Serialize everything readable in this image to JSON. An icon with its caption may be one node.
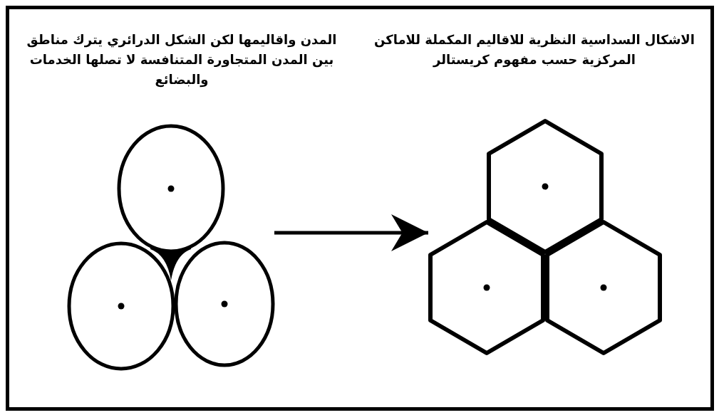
{
  "diagram": {
    "nodes": [
      {
        "text": [],
        "shape": "picture"
      },
      {
        "text": [],
        "shape": "picture"
      }
    ],
    "edges": [
      {
        "from": 0,
        "to": 1,
        "arrow": "to"
      }
    ],
    "labels": [
      "المدن واقاليمها لكن الشكل الدرائري يترك مناطق بين المدن المتجاورة المتنافسة لا تصلها الخدمات والبضائع",
      "الاشكال السداسية النظرية للاقاليم المكملة للاماكن المركزية حسب مفهوم كريستالر"
    ]
  }
}
